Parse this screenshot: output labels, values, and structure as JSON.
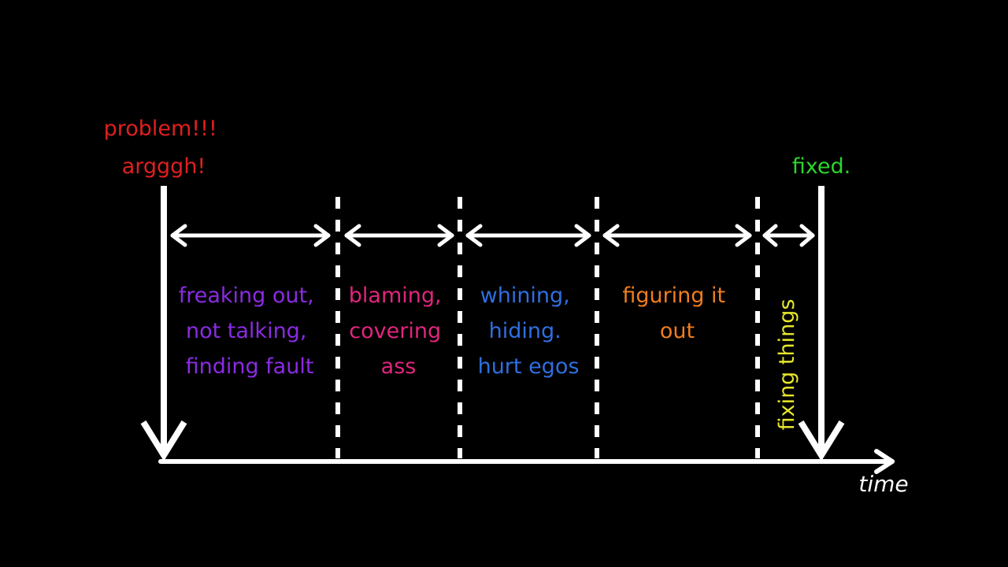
{
  "start_label": {
    "lines": [
      "problem!!!",
      "argggh!"
    ],
    "color": "#e01f1f"
  },
  "end_label": {
    "text": "fixed.",
    "color": "#2bd62b"
  },
  "axis": {
    "label": "time",
    "color": "#ffffff"
  },
  "phases": [
    {
      "lines": [
        "freaking out,",
        "not talking,",
        "finding fault"
      ],
      "color": "#8a2be2"
    },
    {
      "lines": [
        "blaming,",
        "covering",
        "ass"
      ],
      "color": "#e0257d"
    },
    {
      "lines": [
        "whining,",
        "hiding.",
        "hurt egos"
      ],
      "color": "#2f6fe0"
    },
    {
      "lines": [
        "figuring it",
        "out"
      ],
      "color": "#f07d1e"
    },
    {
      "lines": [
        "fixing things"
      ],
      "color": "#e6e62b",
      "rotated": true
    }
  ]
}
